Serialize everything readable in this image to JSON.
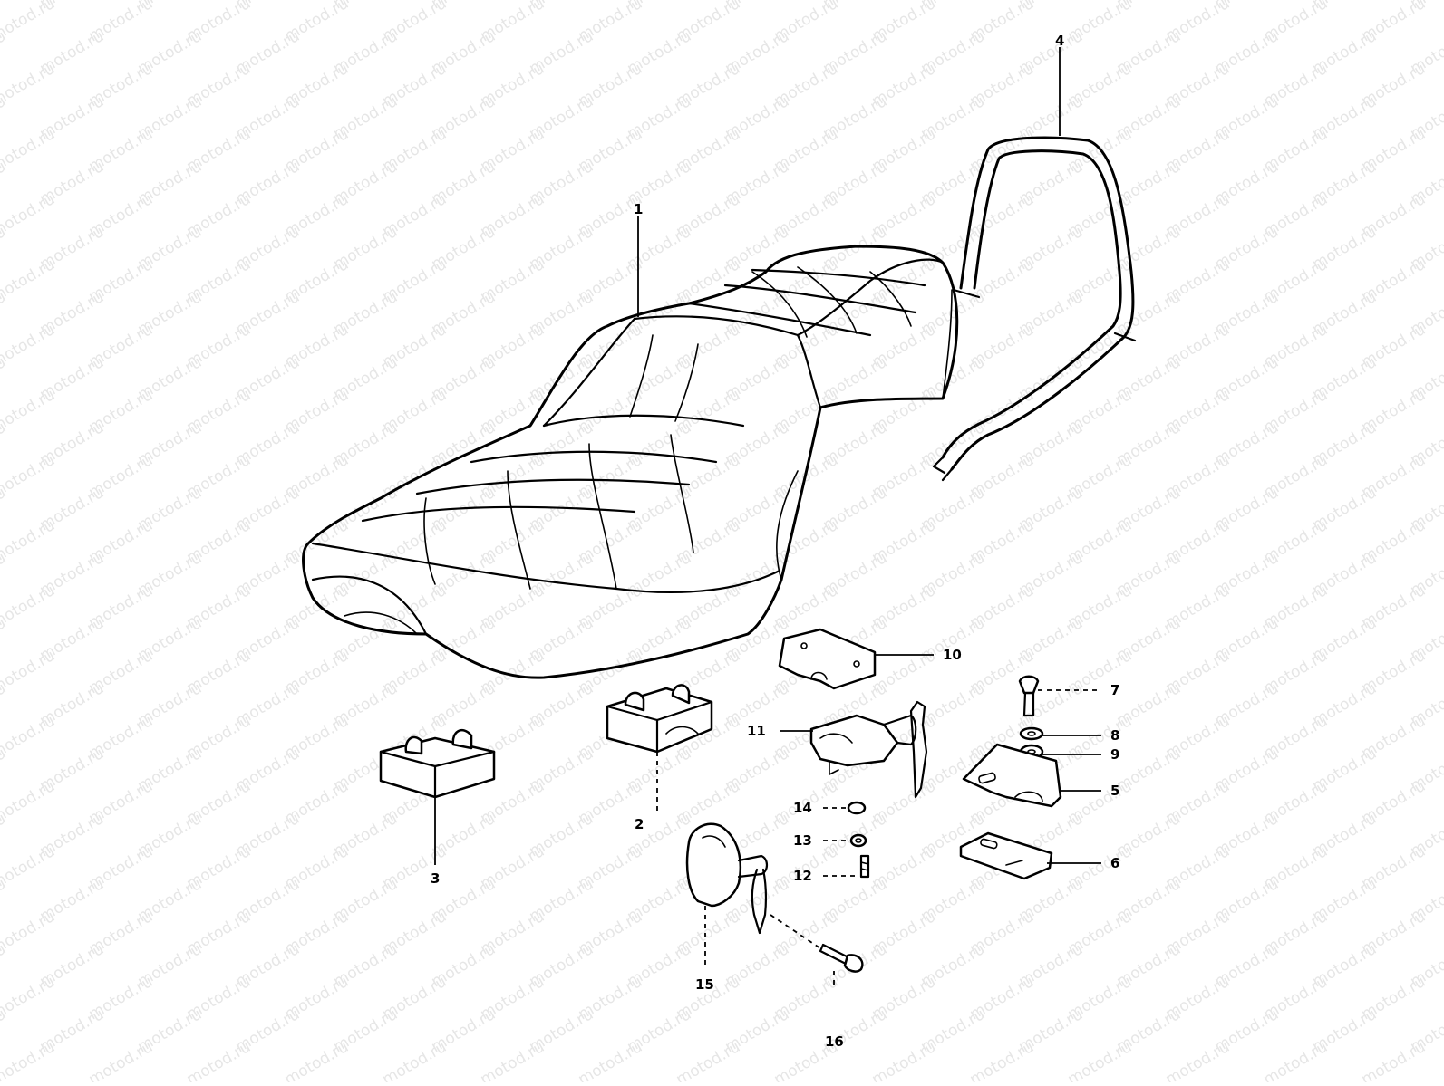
{
  "watermark": {
    "text": "motod.ru"
  },
  "labels": {
    "p1": "1",
    "p2": "2",
    "p3": "3",
    "p4": "4",
    "p5": "5",
    "p6": "6",
    "p7": "7",
    "p8": "8",
    "p9": "9",
    "p10": "10",
    "p11": "11",
    "p12": "12",
    "p13": "13",
    "p14": "14",
    "p15": "15",
    "p16": "16"
  }
}
